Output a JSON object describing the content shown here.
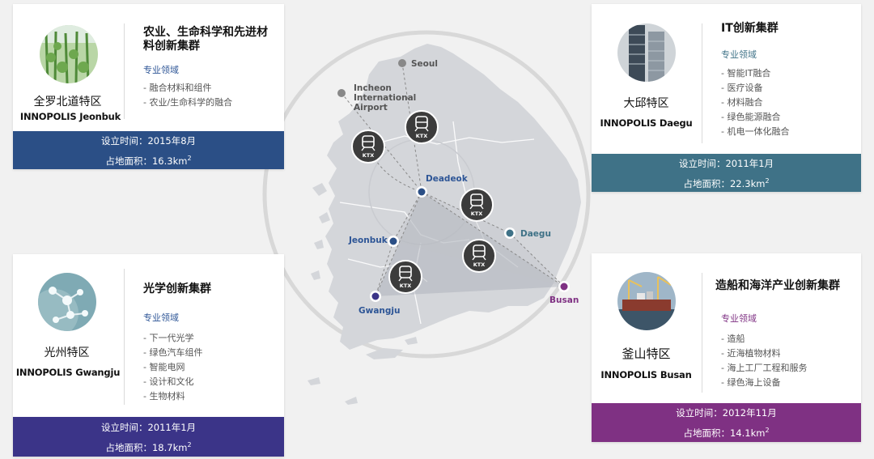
{
  "colors": {
    "jeonbuk": "#2b4f86",
    "daegu": "#3f7287",
    "gwangju": "#3b3488",
    "busan": "#7f3183",
    "label_blue": "#2d5596",
    "label_daegu": "#3f7287",
    "label_busan": "#7f3183"
  },
  "map": {
    "cities": {
      "seoul": "Seoul",
      "incheon_line1": "Incheon",
      "incheon_line2": "International",
      "incheon_line3": "Airport",
      "deadeok": "Deadeok",
      "jeonbuk": "Jeonbuk",
      "daegu": "Daegu",
      "gwangju": "Gwangju",
      "busan": "Busan"
    },
    "ktx_label": "KTX"
  },
  "cards": {
    "jeonbuk": {
      "region_cn": "全罗北道特区",
      "region_en": "INNOPOLIS  Jeonbuk",
      "title_line1": "农业、生命科学和先进材",
      "title_line2": "料创新集群",
      "field_label": "专业领域",
      "fields": [
        "- 融合材料和组件",
        "- 农业/生命科学的融合"
      ],
      "established": "设立时间：2015年8月",
      "area_prefix": "占地面积：16.3km",
      "area_sup": "2"
    },
    "daegu": {
      "region_cn": "大邱特区",
      "region_en": "INNOPOLIS Daegu",
      "title_line1": "IT创新集群",
      "title_line2": "",
      "field_label": "专业领域",
      "fields": [
        "- 智能IT融合",
        "- 医疗设备",
        "- 材料融合",
        "- 绿色能源融合",
        "- 机电一体化融合"
      ],
      "established": "设立时间：2011年1月",
      "area_prefix": "占地面积：22.3km",
      "area_sup": "2"
    },
    "gwangju": {
      "region_cn": "光州特区",
      "region_en": "INNOPOLIS Gwangju",
      "title_line1": "光学创新集群",
      "title_line2": "",
      "field_label": "专业领域",
      "fields": [
        "- 下一代光学",
        "- 绿色汽车组件",
        "- 智能电网",
        "- 设计和文化",
        "- 生物材料"
      ],
      "established": "设立时间：2011年1月",
      "area_prefix": "占地面积：18.7km",
      "area_sup": "2"
    },
    "busan": {
      "region_cn": "釜山特区",
      "region_en": "INNOPOLIS Busan",
      "title_line1": "造船和海洋产业创新集群",
      "title_line2": "",
      "field_label": "专业领域",
      "fields": [
        "- 造船",
        "- 近海植物材料",
        "- 海上工厂工程和服务",
        "- 绿色海上设备"
      ],
      "established": "设立时间：2012年11月",
      "area_prefix": "占地面积：14.1km",
      "area_sup": "2"
    }
  }
}
